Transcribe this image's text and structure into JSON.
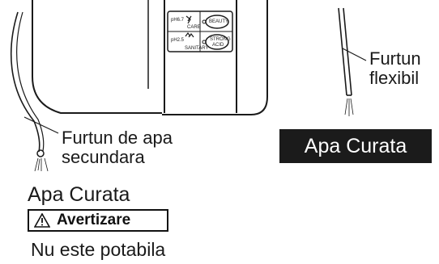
{
  "labels": {
    "secondary_hose": [
      "Furtun de apa",
      "secundara"
    ],
    "flexible_hose": [
      "Furtun",
      "flexibil"
    ],
    "clean_water_left": "Apa Curata",
    "clean_water_badge": "Apa Curata",
    "warning": "Avertizare",
    "not_potable": "Nu este potabila"
  },
  "panel_buttons": {
    "beauty": "BEAUTY",
    "strong_acid": [
      "STRONG",
      "ACID"
    ],
    "care": "CARE",
    "sanitary": "SANITARY",
    "ph_top": "pH6.7",
    "ph_bottom": "pH2.5"
  },
  "colors": {
    "line": "#1a1a1a",
    "badge_bg": "#1b1b1b",
    "badge_text": "#ffffff"
  },
  "icons": [
    "warning-triangle-icon"
  ]
}
